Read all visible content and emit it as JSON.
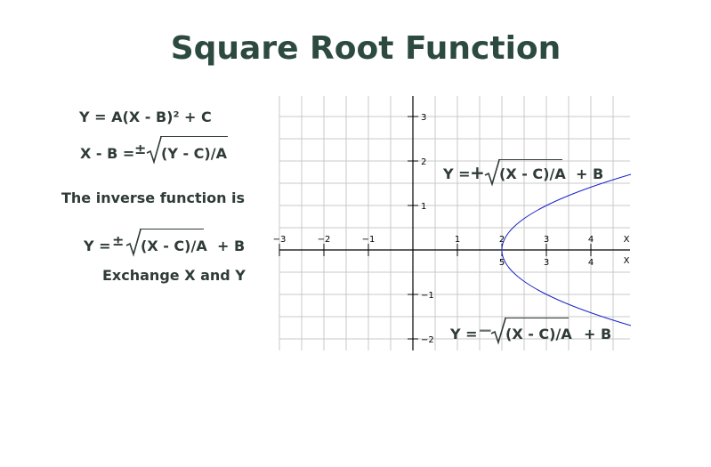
{
  "title": "Square Root Function",
  "left": {
    "eq1": "Y = A(X - B)² + C",
    "eq2_lhs": "X - B =",
    "eq2_rad": "(Y - C)/A",
    "inverse_text": "The inverse function is",
    "eq3_lhs": "Y =",
    "eq3_rad": "(X - C)/A",
    "eq3_tail": "+ B",
    "exchange": "Exchange X and Y"
  },
  "graph": {
    "upper_lhs": "Y =",
    "upper_rad": "(X - C)/A",
    "upper_tail": "+ B",
    "lower_lhs": "Y =",
    "lower_rad": "(X - C)/A",
    "lower_tail": "+ B"
  },
  "chart_data": {
    "type": "line",
    "xlim": [
      -3,
      4.9
    ],
    "ylim": [
      -2.3,
      3.4
    ],
    "grid": true,
    "x_ticks": [
      -3,
      -2,
      -1,
      1,
      2,
      3,
      4
    ],
    "y_ticks": [
      -2,
      -1,
      1,
      2,
      3
    ],
    "x_axis_label": "X",
    "secondary_x_ticks": [
      2,
      3,
      4
    ],
    "secondary_x_tick_labels": [
      "5",
      "3",
      "4"
    ],
    "secondary_x_axis_label": "X",
    "curve": {
      "vertex": [
        2,
        0
      ],
      "x_end": 4.9,
      "branches": [
        "+",
        "-"
      ],
      "color": "#1a22c8"
    }
  }
}
